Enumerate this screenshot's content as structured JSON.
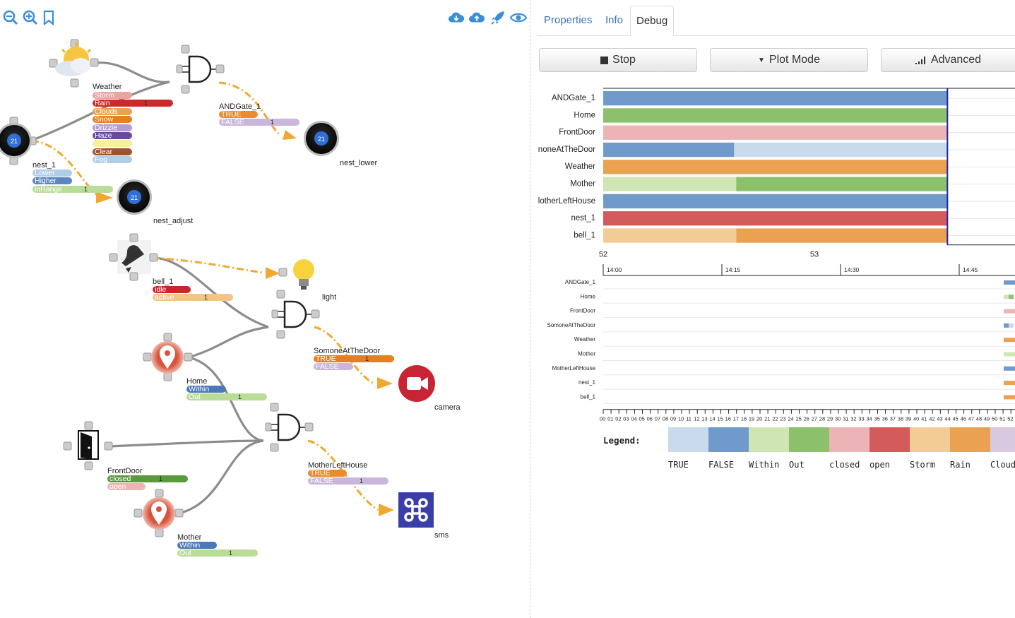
{
  "toolbar": {
    "left": [
      "zoom-out-icon",
      "zoom-in-icon",
      "bookmark-icon"
    ],
    "right": [
      "cloud-download-icon",
      "cloud-upload-icon",
      "rocket-icon",
      "eye-icon"
    ]
  },
  "colors": {
    "true": "#c8daec",
    "false": "#6f9ac9",
    "within": "#cfe6b4",
    "out": "#8cc06b",
    "closed": "#ecb4b6",
    "open": "#d45b5b",
    "storm": "#f2cc94",
    "rain": "#eba152",
    "clouds": "#d8c8e0",
    "wire": "#8c8c8c",
    "flow": "#f0a830"
  },
  "nodes": {
    "weather": {
      "label": "Weather",
      "states": [
        {
          "name": "Storm",
          "color": "#e8a3a3",
          "count": ""
        },
        {
          "name": "Rain",
          "color": "#cc2a2a",
          "count": "1"
        },
        {
          "name": "Clouds",
          "color": "#eba152",
          "count": ""
        },
        {
          "name": "Snow",
          "color": "#e67e22",
          "count": ""
        },
        {
          "name": "Drizzle",
          "color": "#b59bd0",
          "count": ""
        },
        {
          "name": "Haze",
          "color": "#6a4a9c",
          "count": ""
        },
        {
          "name": "",
          "color": "#f7f09a",
          "count": ""
        },
        {
          "name": "Clear",
          "color": "#a0522d",
          "count": ""
        },
        {
          "name": "Fog",
          "color": "#b0cde6",
          "count": ""
        }
      ]
    },
    "andgate_1": {
      "label": "ANDGate_1",
      "states": [
        {
          "name": "TRUE",
          "color": "#ec8a2c",
          "count": ""
        },
        {
          "name": "FALSE",
          "color": "#c9b6da",
          "count": "1"
        }
      ]
    },
    "nest_lower": {
      "label": "nest_lower",
      "display": "21"
    },
    "nest_1": {
      "label": "nest_1",
      "display": "21",
      "states": [
        {
          "name": "Lower",
          "color": "#b0cde6",
          "count": ""
        },
        {
          "name": "Higher",
          "color": "#5b86bf",
          "count": ""
        },
        {
          "name": "inRange",
          "color": "#b9dc97",
          "count": "1"
        }
      ]
    },
    "nest_adjust": {
      "label": "nest_adjust",
      "display": "21"
    },
    "bell_1": {
      "label": "bell_1",
      "states": [
        {
          "name": "idle",
          "color": "#c9262c",
          "count": ""
        },
        {
          "name": "active",
          "color": "#f2c48a",
          "count": "1"
        }
      ]
    },
    "light": {
      "label": "light"
    },
    "somone": {
      "label": "SomoneAtTheDoor",
      "states": [
        {
          "name": "TRUE",
          "color": "#e67e22",
          "count": "1"
        },
        {
          "name": "FALSE",
          "color": "#c9b6da",
          "count": ""
        }
      ]
    },
    "home": {
      "label": "Home",
      "states": [
        {
          "name": "Within",
          "color": "#4a78b8",
          "count": ""
        },
        {
          "name": "Out",
          "color": "#b9dc97",
          "count": "1"
        }
      ]
    },
    "camera": {
      "label": "camera"
    },
    "frontdoor": {
      "label": "FrontDoor",
      "states": [
        {
          "name": "closed",
          "color": "#5a9a3a",
          "count": "1"
        },
        {
          "name": "open",
          "color": "#ecb4b6",
          "count": ""
        }
      ]
    },
    "motherleft": {
      "label": "MotherLeftHouse",
      "states": [
        {
          "name": "TRUE",
          "color": "#ec8a2c",
          "count": ""
        },
        {
          "name": "FALSE",
          "color": "#c9b6da",
          "count": "1"
        }
      ]
    },
    "mother": {
      "label": "Mother",
      "states": [
        {
          "name": "Within",
          "color": "#4a78b8",
          "count": ""
        },
        {
          "name": "Out",
          "color": "#b9dc97",
          "count": "1"
        }
      ]
    },
    "sms": {
      "label": "sms"
    }
  },
  "panel": {
    "tabs": [
      {
        "label": "Properties",
        "active": false
      },
      {
        "label": "Info",
        "active": false
      },
      {
        "label": "Debug",
        "active": true
      }
    ],
    "buttons": {
      "stop": "Stop",
      "plot_mode": "Plot Mode",
      "advanced": "Advanced"
    }
  },
  "chart_data": [
    {
      "type": "bar",
      "orientation": "horizontal-timeline",
      "categories": [
        "ANDGate_1",
        "Home",
        "FrontDoor",
        "SomoneAtTheDoor",
        "Weather",
        "Mother",
        "MotherLeftHouse",
        "nest_1",
        "bell_1"
      ],
      "category_labels": [
        "ANDGate_1",
        "Home",
        "FrontDoor",
        "noneAtTheDoor",
        "Weather",
        "Mother",
        "lotherLeftHouse",
        "nest_1",
        "bell_1"
      ],
      "segments": [
        [
          {
            "from": 52,
            "to": 53.63,
            "color": "#6f9ac9"
          }
        ],
        [
          {
            "from": 52,
            "to": 53.63,
            "color": "#8cc06b"
          }
        ],
        [
          {
            "from": 52,
            "to": 53.63,
            "color": "#ecb4b6"
          }
        ],
        [
          {
            "from": 52,
            "to": 52.62,
            "color": "#6f9ac9"
          },
          {
            "from": 52.62,
            "to": 53.63,
            "color": "#c8daec"
          }
        ],
        [
          {
            "from": 52,
            "to": 53.63,
            "color": "#eba152"
          }
        ],
        [
          {
            "from": 52,
            "to": 52.63,
            "color": "#cfe6b4"
          },
          {
            "from": 52.63,
            "to": 53.63,
            "color": "#8cc06b"
          }
        ],
        [
          {
            "from": 52,
            "to": 53.63,
            "color": "#6f9ac9"
          }
        ],
        [
          {
            "from": 52,
            "to": 53.63,
            "color": "#d45b5b"
          }
        ],
        [
          {
            "from": 52,
            "to": 52.63,
            "color": "#f2cc94"
          },
          {
            "from": 52.63,
            "to": 53.63,
            "color": "#eba152"
          }
        ]
      ],
      "cursor": 53.63,
      "xlim": [
        52,
        53.95
      ],
      "xticks": [
        "52",
        "53"
      ]
    },
    {
      "type": "bar",
      "orientation": "overview-timeline",
      "categories": [
        "ANDGate_1",
        "Home",
        "FrontDoor",
        "SomoneAtTheDoor",
        "Weather",
        "Mother",
        "MotherLeftHouse",
        "nest_1",
        "bell_1"
      ],
      "time_ticks": [
        "14:00",
        "14:15",
        "14:30",
        "14:45"
      ],
      "minute_ticks": [
        "00",
        "01",
        "02",
        "03",
        "04",
        "05",
        "06",
        "07",
        "08",
        "09",
        "10",
        "11",
        "12",
        "13",
        "14",
        "15",
        "16",
        "17",
        "18",
        "19",
        "20",
        "21",
        "22",
        "23",
        "24",
        "25",
        "26",
        "27",
        "28",
        "29",
        "30",
        "31",
        "32",
        "33",
        "34",
        "35",
        "36",
        "37",
        "38",
        "39",
        "40",
        "41",
        "42",
        "43",
        "44",
        "45",
        "46",
        "47",
        "48",
        "49",
        "50",
        "51",
        "52"
      ],
      "end_marks": [
        [
          "#6f9ac9"
        ],
        [
          "#cfe6b4",
          "#8cc06b"
        ],
        [
          "#ecb4b6"
        ],
        [
          "#6f9ac9",
          "#c8daec"
        ],
        [
          "#eba152"
        ],
        [
          "#cfe6b4"
        ],
        [
          "#6f9ac9"
        ],
        [
          "#eba152"
        ],
        [
          "#eba152"
        ]
      ]
    }
  ],
  "legend": {
    "title": "Legend:",
    "items": [
      {
        "label": "TRUE",
        "color": "#c8daec"
      },
      {
        "label": "FALSE",
        "color": "#6f9ac9"
      },
      {
        "label": "Within",
        "color": "#cfe6b4"
      },
      {
        "label": "Out",
        "color": "#8cc06b"
      },
      {
        "label": "closed",
        "color": "#ecb4b6"
      },
      {
        "label": "open",
        "color": "#d45b5b"
      },
      {
        "label": "Storm",
        "color": "#f2cc94"
      },
      {
        "label": "Rain",
        "color": "#eba152"
      },
      {
        "label": "Cloud",
        "color": "#d8c8e0"
      }
    ]
  }
}
